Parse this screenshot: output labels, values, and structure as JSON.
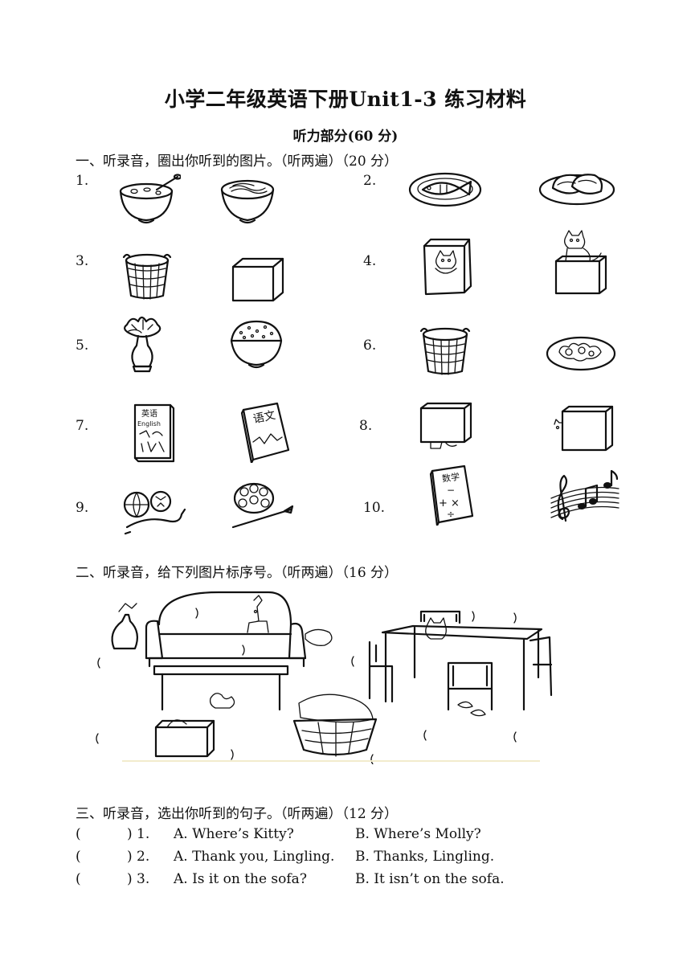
{
  "title": "小学二年级英语下册Unit1-3 练习材料",
  "subtitle": "听力部分(60 分)",
  "section1": {
    "heading": "一、听录音，圈出你听到的图片。（听两遍）（20 分）",
    "items": [
      {
        "number": "1.",
        "left": "soup-bowl-icon",
        "right": "noodle-bowl-icon"
      },
      {
        "number": "2.",
        "left": "fish-plate-icon",
        "right": "meat-plate-icon"
      },
      {
        "number": "3.",
        "left": "basket-icon",
        "right": "box-icon"
      },
      {
        "number": "4.",
        "left": "cat-in-box-icon",
        "right": "cat-on-box-icon"
      },
      {
        "number": "5.",
        "left": "flower-vase-icon",
        "right": "rice-bowl-icon"
      },
      {
        "number": "6.",
        "left": "basket-icon",
        "right": "vegetable-plate-icon"
      },
      {
        "number": "7.",
        "left": "english-book-icon",
        "right": "chinese-book-icon"
      },
      {
        "number": "8.",
        "left": "cat-under-box-icon",
        "right": "cat-behind-box-icon"
      },
      {
        "number": "9.",
        "left": "balls-rope-icon",
        "right": "paint-palette-icon"
      },
      {
        "number": "10.",
        "left": "math-book-icon",
        "right": "music-notes-icon"
      }
    ]
  },
  "section2": {
    "heading": "二、听录音，给下列图片标序号。（听两遍）（16 分）",
    "scene_icon": "living-room-scene-icon"
  },
  "section3": {
    "heading": "三、听录音，选出你听到的句子。（听两遍）（12 分）",
    "questions": [
      {
        "paren": "(",
        "close": ") 1.",
        "a": "A. Where’s Kitty?",
        "b": "B. Where’s Molly?"
      },
      {
        "paren": "(",
        "close": ") 2.",
        "a": "A. Thank you, Lingling.",
        "b": "B. Thanks, Lingling."
      },
      {
        "paren": "(",
        "close": ") 3.",
        "a": "A. Is it on the sofa?",
        "b": "B. It isn’t on the sofa."
      }
    ]
  }
}
